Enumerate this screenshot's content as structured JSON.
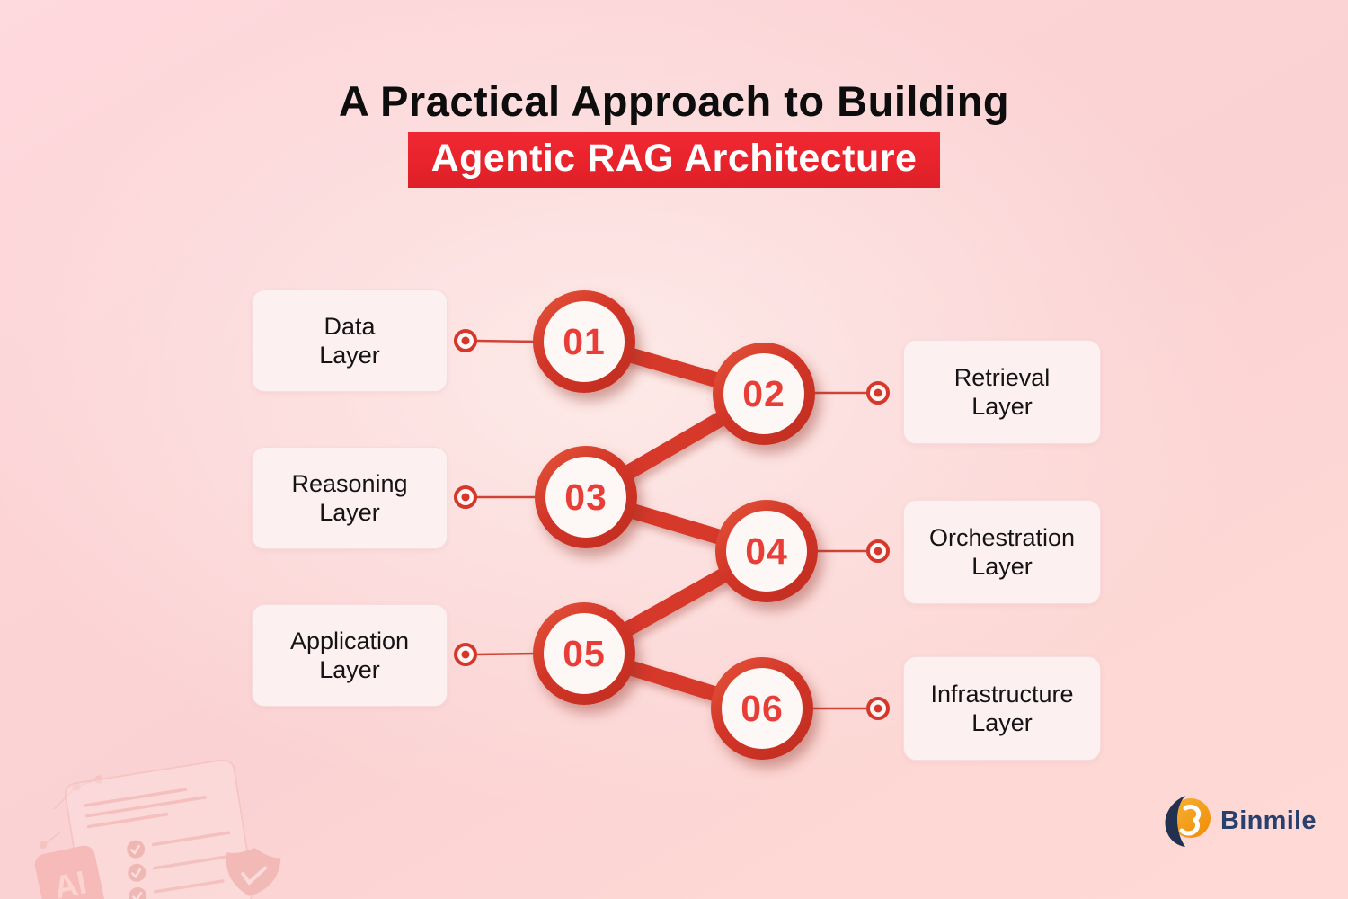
{
  "title": {
    "line1": "A Practical Approach to Building",
    "highlight": "Agentic RAG Architecture"
  },
  "steps": [
    {
      "number": "01",
      "label_line1": "Data",
      "label_line2": "Layer",
      "side": "left"
    },
    {
      "number": "02",
      "label_line1": "Retrieval",
      "label_line2": "Layer",
      "side": "right"
    },
    {
      "number": "03",
      "label_line1": "Reasoning",
      "label_line2": "Layer",
      "side": "left"
    },
    {
      "number": "04",
      "label_line1": "Orchestration",
      "label_line2": "Layer",
      "side": "right"
    },
    {
      "number": "05",
      "label_line1": "Application",
      "label_line2": "Layer",
      "side": "left"
    },
    {
      "number": "06",
      "label_line1": "Infrastructure",
      "label_line2": "Layer",
      "side": "right"
    }
  ],
  "watermark": {
    "badge_text": "AI"
  },
  "logo": {
    "brand": "Binmile"
  },
  "colors": {
    "banner_red": "#e8232c",
    "title_black": "#0e0d0e",
    "connector_red": "#d6372a",
    "ring_start": "#e5563c",
    "ring_end": "#bf2d20",
    "number_red": "#e83e37",
    "circle_fill": "#fdf7f6",
    "box_fill": "#fdf0f0",
    "box_border": "#f6dcdc",
    "bg_center": "#fdeae8",
    "bg_edge": "#fccfd3",
    "logo_navy": "#27406e",
    "logo_orange": "#f5a21b"
  }
}
